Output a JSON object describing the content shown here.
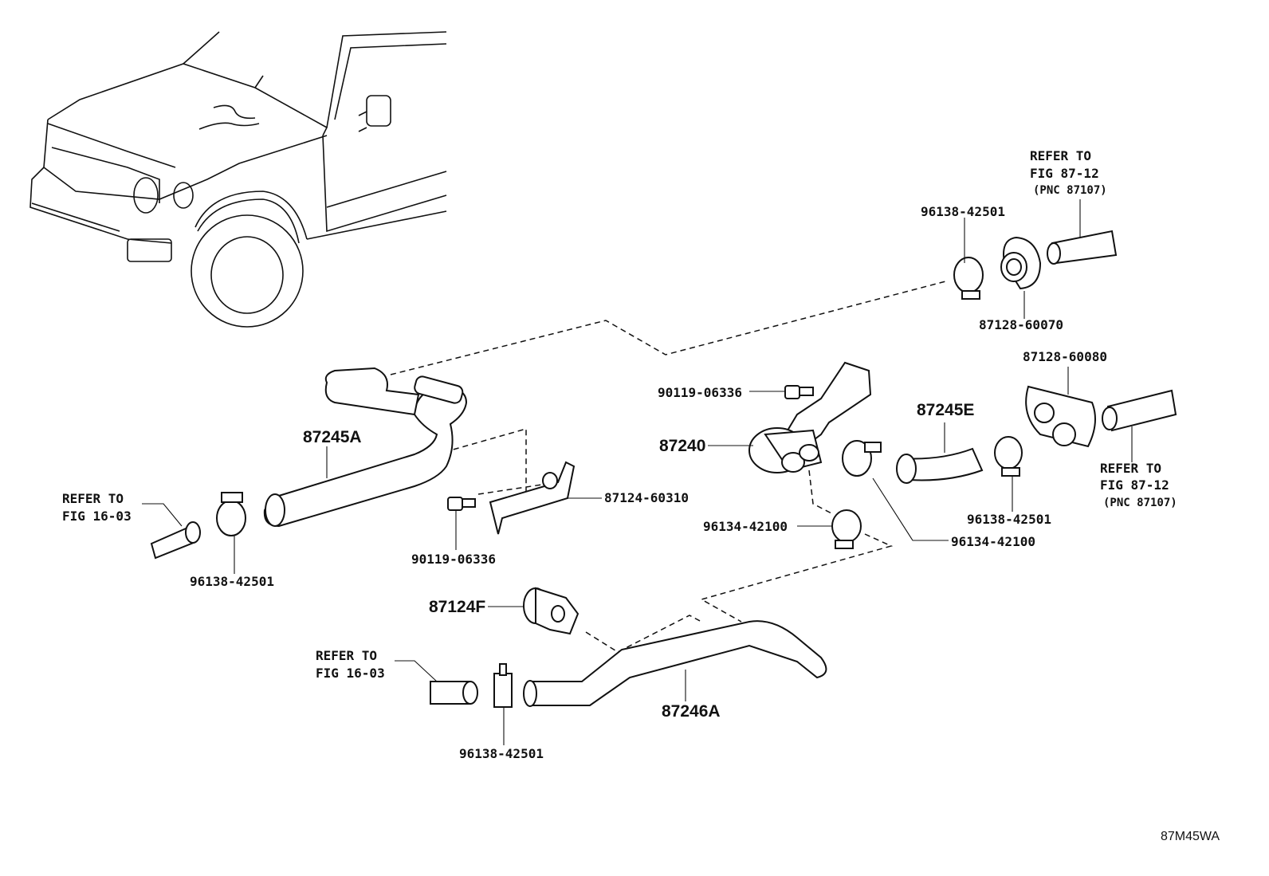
{
  "labels": {
    "refer_fig_87_12_top": [
      "REFER TO",
      "FIG 87-12",
      "(PNC 87107)"
    ],
    "clamp_top": "96138-42501",
    "grommet_top": "87128-60070",
    "grommet_right": "87128-60080",
    "bolt_mid": "90119-06336",
    "hose_87245E": "87245E",
    "valve_87240": "87240",
    "clamp_mid_left": "96134-42100",
    "clamp_mid_right": "96134-42100",
    "clamp_right": "96138-42501",
    "refer_fig_87_12_right": [
      "REFER TO",
      "FIG 87-12",
      "(PNC 87107)"
    ],
    "hose_87245A": "87245A",
    "refer_fig_16_03_left": [
      "REFER TO",
      "FIG 16-03"
    ],
    "clamp_left": "96138-42501",
    "bolt_lower": "90119-06336",
    "bracket_87124": "87124-60310",
    "clamp_87124F": "87124F",
    "refer_fig_16_03_bottom": [
      "REFER TO",
      "FIG 16-03"
    ],
    "clamp_bottom": "96138-42501",
    "hose_87246A": "87246A",
    "diagram_code": "87M45WA"
  }
}
